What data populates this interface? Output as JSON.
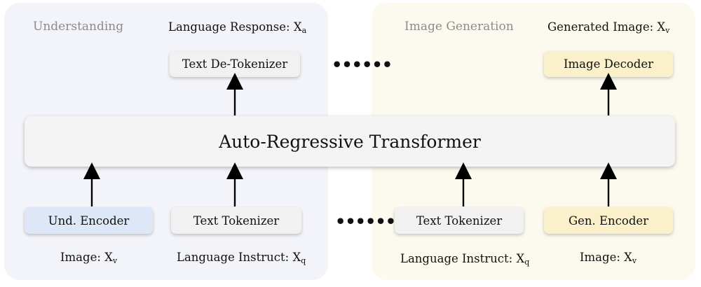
{
  "sections": {
    "understanding": "Understanding",
    "generation": "Image Generation"
  },
  "outputs": {
    "language_response": {
      "text": "Language Response: X",
      "sub": "a"
    },
    "generated_image": {
      "text": "Generated Image: X",
      "sub": "v"
    }
  },
  "top_boxes": {
    "text_detokenizer": "Text De-Tokenizer",
    "image_decoder": "Image Decoder"
  },
  "transformer": "Auto-Regressive Transformer",
  "bottom_boxes": {
    "und_encoder": "Und. Encoder",
    "text_tokenizer_1": "Text Tokenizer",
    "text_tokenizer_2": "Text Tokenizer",
    "gen_encoder": "Gen. Encoder"
  },
  "inputs": {
    "image_1": {
      "text": "Image: X",
      "sub": "v"
    },
    "instruct_1": {
      "text": "Language Instruct: X",
      "sub": "q"
    },
    "instruct_2": {
      "text": "Language Instruct: X",
      "sub": "q"
    },
    "image_2": {
      "text": "Image: X",
      "sub": "v"
    }
  },
  "ellipsis": "••••••",
  "colors": {
    "und_panel": "#f3f4f9",
    "gen_panel": "#fcfaef",
    "und_encoder": "#dde7f7",
    "gen_box": "#faf0c9"
  }
}
